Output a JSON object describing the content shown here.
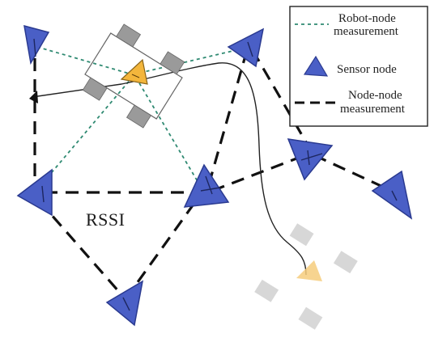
{
  "diagram": {
    "legend": {
      "robot_node_line1": "Robot-node",
      "robot_node_line2": "measurement",
      "sensor_node": "Sensor node",
      "node_node_line1": "Node-node",
      "node_node_line2": "measurement"
    },
    "rssi_label": "RSSI",
    "colors": {
      "sensor_blue": "#4a5fc6",
      "robot_orange": "#f3b63c",
      "robot_measure_green": "#2f8a72",
      "node_measure_black": "#111111",
      "wheel_gray": "#9a9a9a"
    }
  }
}
